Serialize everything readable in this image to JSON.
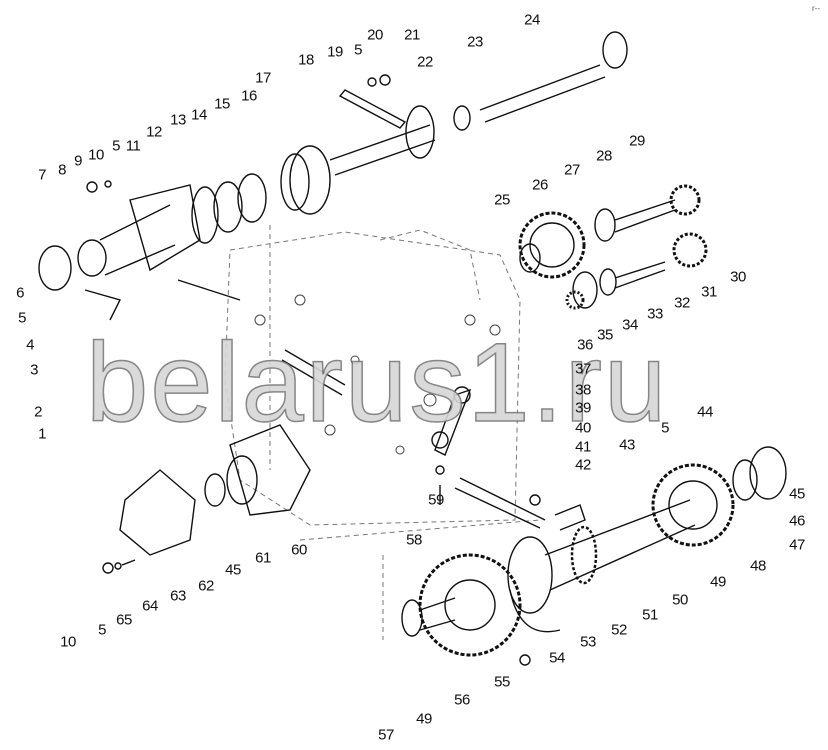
{
  "watermark": "belarus1.ru",
  "corner_mark": "r--",
  "labels": [
    "24",
    "20",
    "5",
    "19",
    "21",
    "23",
    "22",
    "18",
    "17",
    "16",
    "15",
    "14",
    "13",
    "12",
    "11",
    "5",
    "10",
    "9",
    "8",
    "7",
    "29",
    "28",
    "27",
    "26",
    "25",
    "30",
    "31",
    "32",
    "33",
    "34",
    "35",
    "36",
    "37",
    "38",
    "39",
    "40",
    "41",
    "42",
    "43",
    "5",
    "44",
    "45",
    "46",
    "47",
    "48",
    "49",
    "50",
    "51",
    "52",
    "53",
    "54",
    "55",
    "56",
    "49",
    "57",
    "6",
    "5",
    "4",
    "3",
    "2",
    "1",
    "59",
    "58",
    "60",
    "61",
    "45",
    "62",
    "63",
    "64",
    "65",
    "5",
    "10"
  ]
}
